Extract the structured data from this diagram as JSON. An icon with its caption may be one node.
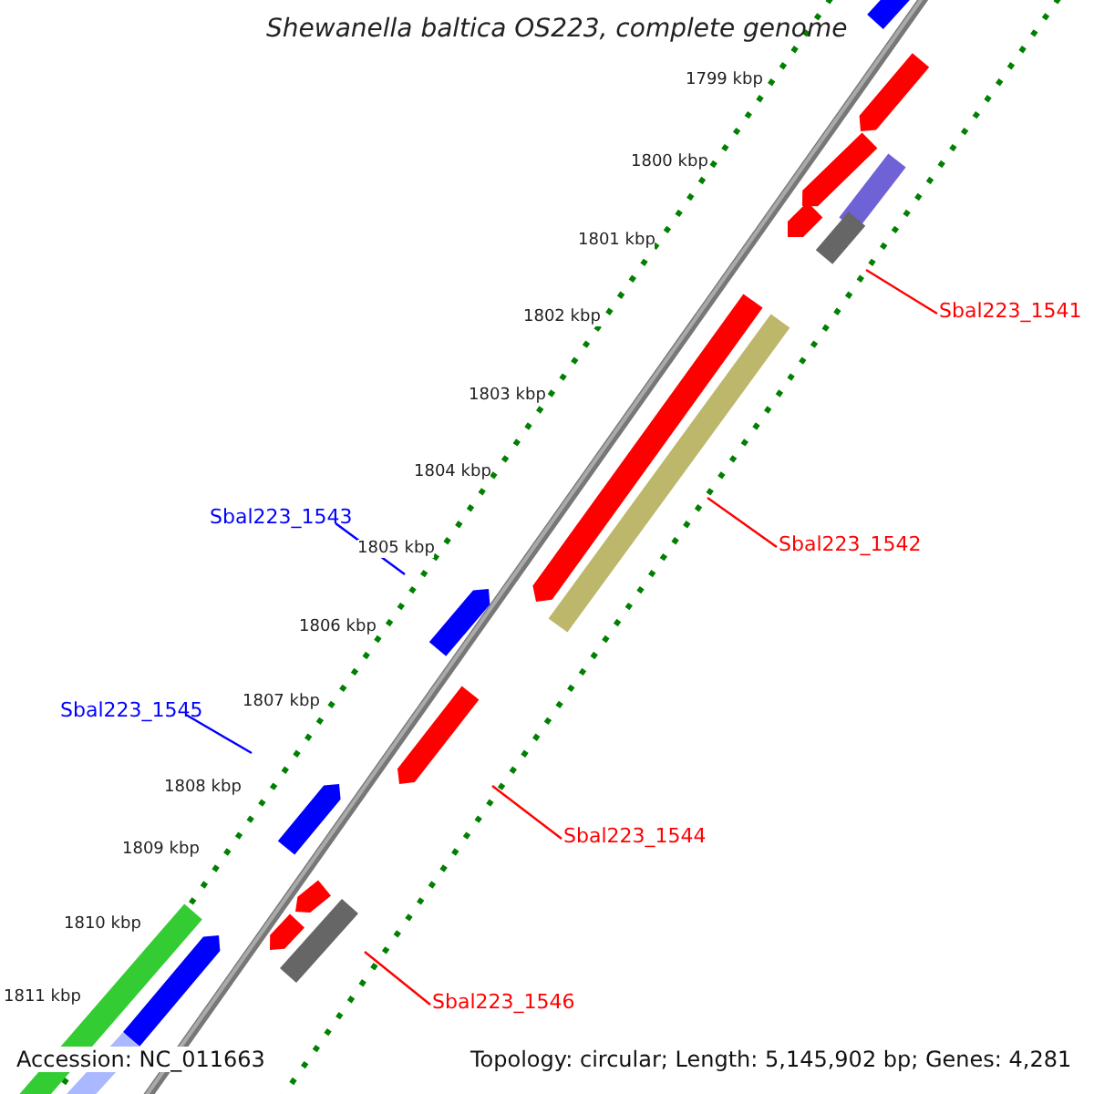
{
  "diagram": {
    "title": "Shewanella baltica OS223, complete genome",
    "nodes": [
      {
        "text": [
          "Sbal223_1541"
        ]
      },
      {
        "text": [
          "Sbal223_1542"
        ]
      },
      {
        "text": [
          "Sbal223_1543"
        ]
      },
      {
        "text": [
          "Sbal223_1545"
        ]
      },
      {
        "text": [
          "Sbal223_1544"
        ]
      },
      {
        "text": [
          "Sbal223_1546"
        ]
      }
    ],
    "edges": [
      {
        "from": 0,
        "to": null,
        "arrow": "none"
      },
      {
        "from": 1,
        "to": null,
        "arrow": "none"
      },
      {
        "from": 2,
        "to": null,
        "arrow": "none",
        "color": "#0000ff"
      },
      {
        "from": 3,
        "to": null,
        "arrow": "none",
        "color": "#0000ff"
      },
      {
        "from": 4,
        "to": null,
        "arrow": "none"
      },
      {
        "from": 5,
        "to": null,
        "arrow": "none"
      }
    ],
    "labels": [
      "1799 kbp",
      "1800 kbp",
      "1801 kbp",
      "1802 kbp",
      "1803 kbp",
      "1804 kbp",
      "1805 kbp",
      "1806 kbp",
      "1807 kbp",
      "1808 kbp",
      "1809 kbp",
      "1810 kbp",
      "1811 kbp",
      "Accession: NC_011663",
      "Topology: circular; Length: 5,145,902 bp; Genes: 4,281"
    ]
  }
}
